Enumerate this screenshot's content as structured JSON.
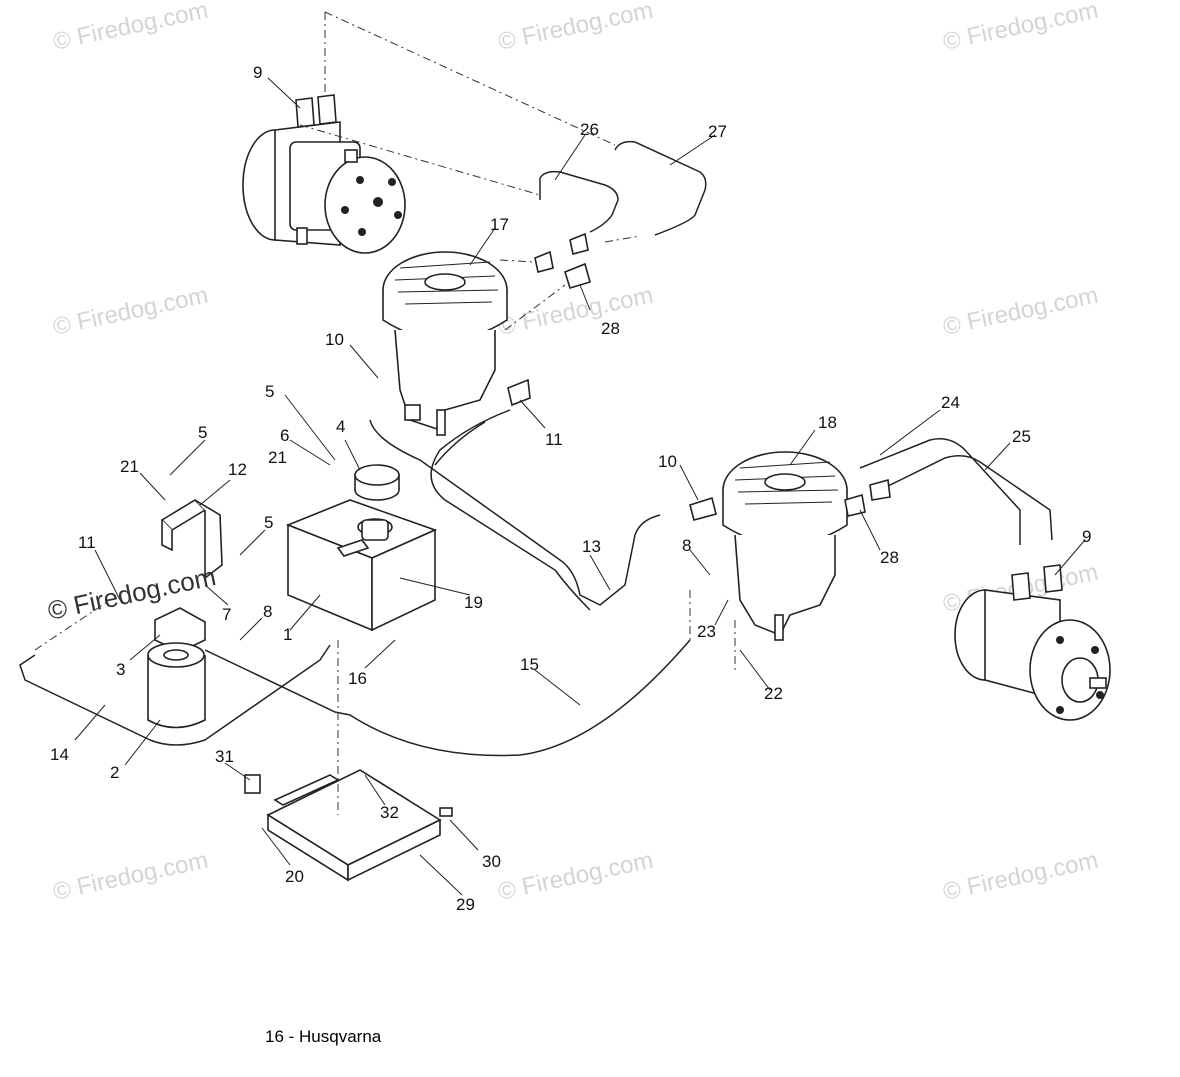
{
  "watermarks": [
    "© Firedog.com",
    "© Firedog.com",
    "© Firedog.com",
    "© Firedog.com",
    "© Firedog.com",
    "© Firedog.com",
    "© Firedog.com",
    "© Firedog.com",
    "© Firedog.com",
    "© Firedog.com"
  ],
  "callouts": [
    "9",
    "26",
    "27",
    "17",
    "28",
    "10",
    "11",
    "5",
    "6",
    "4",
    "21",
    "12",
    "5",
    "21",
    "5",
    "11",
    "7",
    "8",
    "1",
    "19",
    "13",
    "8",
    "3",
    "16",
    "15",
    "14",
    "2",
    "10",
    "18",
    "24",
    "25",
    "28",
    "9",
    "23",
    "22",
    "31",
    "32",
    "30",
    "20",
    "29"
  ],
  "footer": {
    "label": "16 - Husqvarna"
  }
}
